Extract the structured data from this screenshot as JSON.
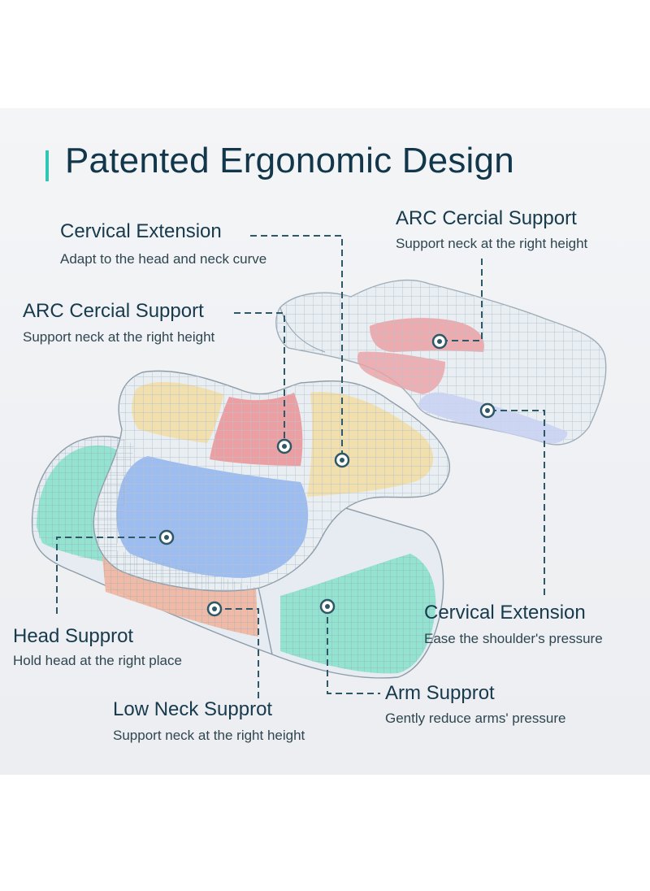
{
  "title": "Patented Ergonomic Design",
  "colors": {
    "accent": "#2fc7b4",
    "heading_text": "#12364a",
    "leader_line": "#2e5866",
    "zone_yellow": "#f2dfae",
    "zone_pink": "#ec9fa2",
    "zone_blue": "#9dbcf0",
    "zone_peach": "#f1b7a2",
    "zone_mint": "#8ee3cf"
  },
  "callouts": [
    {
      "heading": "Cervical Extension",
      "subtext": "Adapt to the head and neck curve"
    },
    {
      "heading": "ARC Cercial Support",
      "subtext": "Support neck at the right height"
    },
    {
      "heading": "ARC Cercial Support",
      "subtext": "Support neck at the right height"
    },
    {
      "heading": "Cervical Extension",
      "subtext": "Ease the shoulder's pressure"
    },
    {
      "heading": "Head Supprot",
      "subtext": "Hold head at the right place"
    },
    {
      "heading": "Arm Supprot",
      "subtext": "Gently reduce arms' pressure"
    },
    {
      "heading": "Low Neck Supprot",
      "subtext": "Support neck at the right height"
    }
  ]
}
